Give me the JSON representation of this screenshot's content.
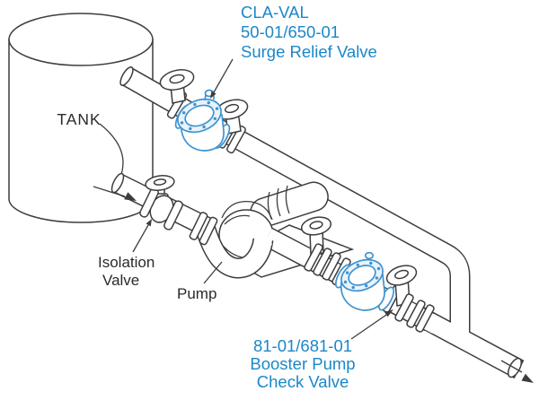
{
  "colors": {
    "line": "#3d3d3d",
    "label": "#2a2a2a",
    "accent_blue": "#1b87c8",
    "valve_blue": "#3f93d0"
  },
  "labels": {
    "tank": "TANK",
    "isolation_valve": {
      "line1": "Isolation",
      "line2": "Valve"
    },
    "pump": "Pump",
    "surge_relief_valve": {
      "line1": "CLA-VAL",
      "line2": "50-01/650-01",
      "line3": "Surge Relief Valve"
    },
    "check_valve": {
      "line1": "81-01/681-01",
      "line2": "Booster Pump",
      "line3": "Check Valve"
    }
  }
}
